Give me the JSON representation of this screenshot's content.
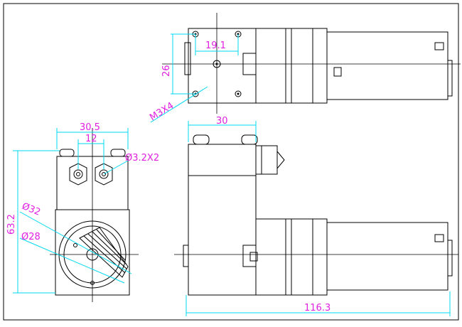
{
  "drawing": {
    "colors": {
      "outline": "#000000",
      "dimension_line": "#00d8f0",
      "dimension_text": "#e020e0",
      "background": "#ffffff"
    },
    "dimensions": {
      "top_hole_spacing": "19.1",
      "top_height": "26",
      "top_screw": "M3X4",
      "top_width": "30",
      "front_width": "30.5",
      "front_port_spacing": "12",
      "front_port_dia": "Ø3.2X2",
      "front_height": "63.2",
      "front_outer_dia": "Ø32",
      "front_inner_dia": "Ø28",
      "total_length": "116.3"
    }
  }
}
